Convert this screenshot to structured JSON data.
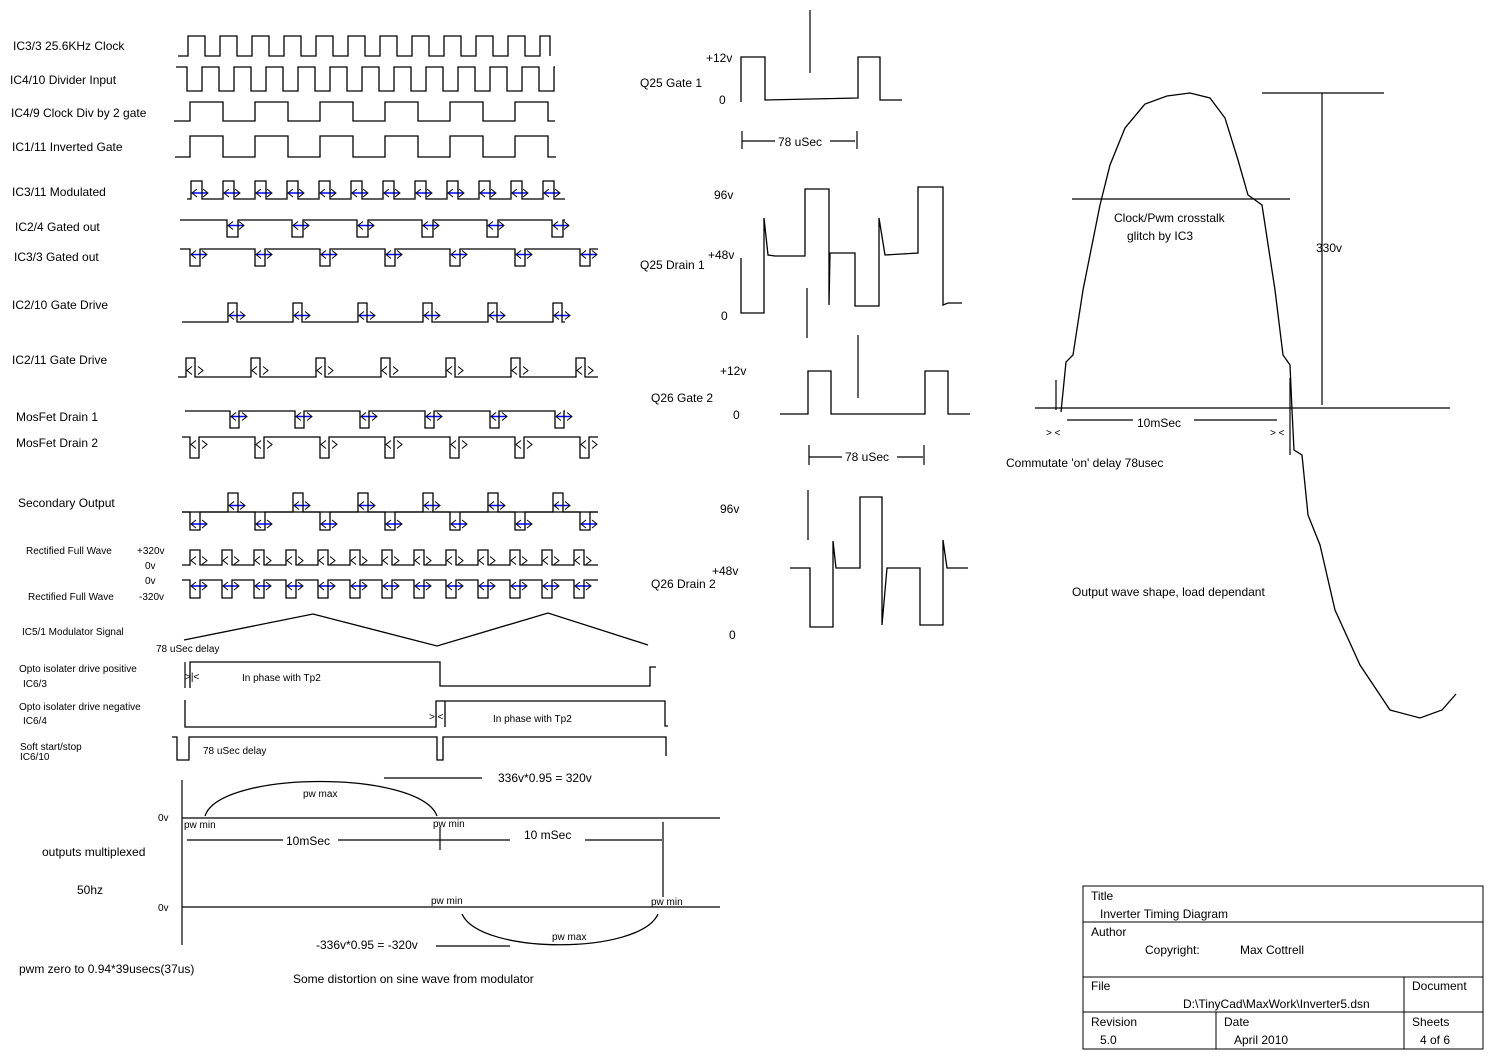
{
  "left_labels": {
    "clock": "IC3/3  25.6KHz Clock",
    "divider_input": "IC4/10 Divider Input",
    "div_by_2": "IC4/9  Clock Div by 2 gate",
    "inverted_gate": "IC1/11 Inverted Gate",
    "modulated": "IC3/11 Modulated",
    "ic2_4": "IC2/4 Gated out",
    "ic3_3": "IC3/3 Gated out",
    "ic2_10": "IC2/10 Gate Drive",
    "ic2_11": "IC2/11 Gate Drive",
    "mosfet1": "MosFet Drain  1",
    "mosfet2": "MosFet Drain  2",
    "secondary": "Secondary Output",
    "rect_pos": "Rectified Full Wave",
    "rect_pos_v": "+320v",
    "rect_pos_0": "0v",
    "rect_neg_0": "0v",
    "rect_neg": "Rectified Full Wave",
    "rect_neg_v": "-320v",
    "modulator": "IC5/1 Modulator Signal",
    "delay1": "78 uSec delay",
    "opto_pos": "Opto isolater drive positive",
    "opto_pos_ic": "IC6/3",
    "opto_pos_phase": "In phase with Tp2",
    "opto_neg": "Opto isolater drive negative",
    "opto_neg_ic": "IC6/4",
    "opto_neg_phase": "In phase with Tp2",
    "soft": "Soft start/stop",
    "soft_ic": "IC6/10",
    "delay2": "78 uSec delay"
  },
  "bottom": {
    "pos_eq": "336v*0.95 = 320v",
    "neg_eq": "-336v*0.95 = -320v",
    "pwmax1": "pw max",
    "pwmax2": "pw max",
    "pwmin1": "pw min",
    "pwmin2": "pw min",
    "pwmin3": "pw min",
    "pwmin4": "pw min",
    "zero1": "0v",
    "zero2": "0v",
    "t1": "10mSec",
    "t2": "10 mSec",
    "multiplexed": "outputs multiplexed",
    "freq": "50hz",
    "pwm_note": "pwm zero to 0.94*39usecs(37us)",
    "distortion": "Some distortion on sine wave from modulator"
  },
  "middle": {
    "q25_gate": "Q25 Gate 1",
    "q25_gate_hi": "+12v",
    "q25_gate_lo": "0",
    "q25_period": "78 uSec",
    "q25_drain": "Q25 Drain 1",
    "q25_drain_hi": "96v",
    "q25_drain_mid": "+48v",
    "q25_drain_lo": "0",
    "q26_gate": "Q26 Gate 2",
    "q26_gate_hi": "+12v",
    "q26_gate_lo": "0",
    "q26_period": "78 uSec",
    "q26_drain": "Q26 Drain 2",
    "q26_drain_hi": "96v",
    "q26_drain_mid": "+48v",
    "q26_drain_lo": "0"
  },
  "right": {
    "crosstalk1": "Clock/Pwm crosstalk",
    "crosstalk2": "glitch by IC3",
    "peak": "330v",
    "period": "10mSec",
    "commutate": "Commutate 'on' delay 78usec",
    "shape": "Output wave shape, load dependant"
  },
  "title_block": {
    "title_label": "Title",
    "title": "Inverter Timing Diagram",
    "author_label": "Author",
    "copyright_label": "Copyright:",
    "author": "Max Cottrell",
    "file_label": "File",
    "file": "D:\\TinyCad\\MaxWork\\Inverter5.dsn",
    "document_label": "Document",
    "revision_label": "Revision",
    "revision": "5.0",
    "date_label": "Date",
    "date": "April 2010",
    "sheets_label": "Sheets",
    "sheets": "4 of 6"
  },
  "colors": {
    "arrow": "#0000ff",
    "line": "#000000"
  }
}
